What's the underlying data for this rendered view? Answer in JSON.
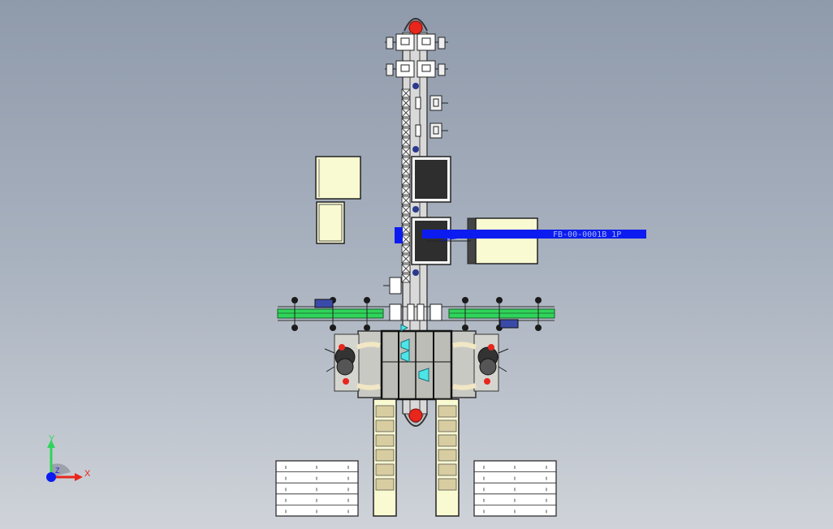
{
  "model": {
    "leader_note": "FB-00-0001B_1P",
    "colors": {
      "background_top": "#8f9aab",
      "background_bottom": "#cfd3d9",
      "panel_fill": "#fafad2",
      "equipment_dark": "#2e2e2e",
      "conveyor_green": "#2fd45a",
      "highlight_blue": "#0c1cf0",
      "marker_red": "#e8261c",
      "robot_grey": "#c9c9c4"
    }
  },
  "triad": {
    "x_label": "X",
    "y_label": "Y",
    "z_label": "Z",
    "x_color": "#e8261c",
    "y_color": "#2fd45a",
    "z_color": "#0c1cf0"
  }
}
